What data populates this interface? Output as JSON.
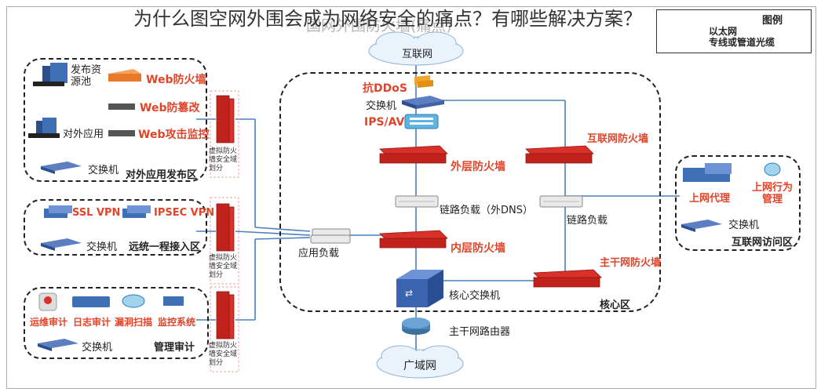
{
  "title": "为什么图空网外围会成为网络安全的痛点？有哪些解决方案？",
  "ghost_text": "国网外围防火墙(痛点)",
  "legend": {
    "heading": "图例",
    "ethernet": "以太网",
    "fiber": "专线或管道光缆"
  },
  "colors": {
    "ethernet": "#4a7fc0",
    "fiber": "#f0b020",
    "accent_red": "#e0452a"
  },
  "cloud_top": "互联网",
  "cloud_bottom": "广域网",
  "zone_external": {
    "resource_pool": "发布资源池",
    "waf": "Web防火墙",
    "anti_tamper": "Web防篡改",
    "web_attack_monitor": "Web攻击监控",
    "external_app": "对外应用",
    "switch": "交换机",
    "name": "对外应用发布区"
  },
  "zone_remote": {
    "ssl_vpn": "SSL VPN",
    "ipsec_vpn": "IPSEC VPN",
    "switch": "交换机",
    "name": "远统一程接入区"
  },
  "zone_mgmt": {
    "ops_audit": "运维审计",
    "log_audit": "日志审计",
    "vuln_scan": "漏洞扫描",
    "monitor": "监控系统",
    "switch": "交换机",
    "name": "管理审计"
  },
  "virtual_fw_label": "虚拟防火墙安全域划分",
  "core": {
    "anti_ddos": "抗DDoS",
    "switch": "交换机",
    "ips": "IPS/AV",
    "outer_fw": "外层防火墙",
    "link_lb_dns": "链路负载（外DNS）",
    "inner_fw": "内层防火墙",
    "core_switch": "核心交换机",
    "inet_fw": "互联网防火墙",
    "link_lb": "链路负载",
    "backbone_fw": "主干网防火墙",
    "app_lb": "应用负载",
    "name": "核心区",
    "backbone_router": "主干网路由器"
  },
  "zone_access": {
    "proxy": "上网代理",
    "behavior": "上网行为管理",
    "switch": "交换机",
    "name": "互联网访问区"
  }
}
